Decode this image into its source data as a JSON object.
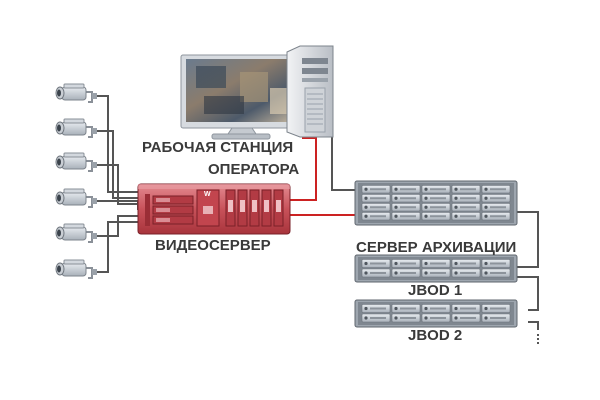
{
  "labels": {
    "workstation_line1": "РАБОЧАЯ СТАНЦИЯ",
    "workstation_line2": "ОПЕРАТОРА",
    "video_server": "ВИДЕОСЕРВЕР",
    "archive_server": "СЕРВЕР АРХИВАЦИИ",
    "jbod1": "JBOD 1",
    "jbod2": "JBOD 2",
    "server_badge": "W"
  },
  "cameras": [
    {
      "id": "camera-1"
    },
    {
      "id": "camera-2"
    },
    {
      "id": "camera-3"
    },
    {
      "id": "camera-4"
    },
    {
      "id": "camera-5"
    },
    {
      "id": "camera-6"
    }
  ],
  "colors": {
    "link_red": "#cc2222",
    "link_gray": "#555555",
    "server_red": "#c8525a",
    "storage_silver": "#b8c0c8"
  }
}
